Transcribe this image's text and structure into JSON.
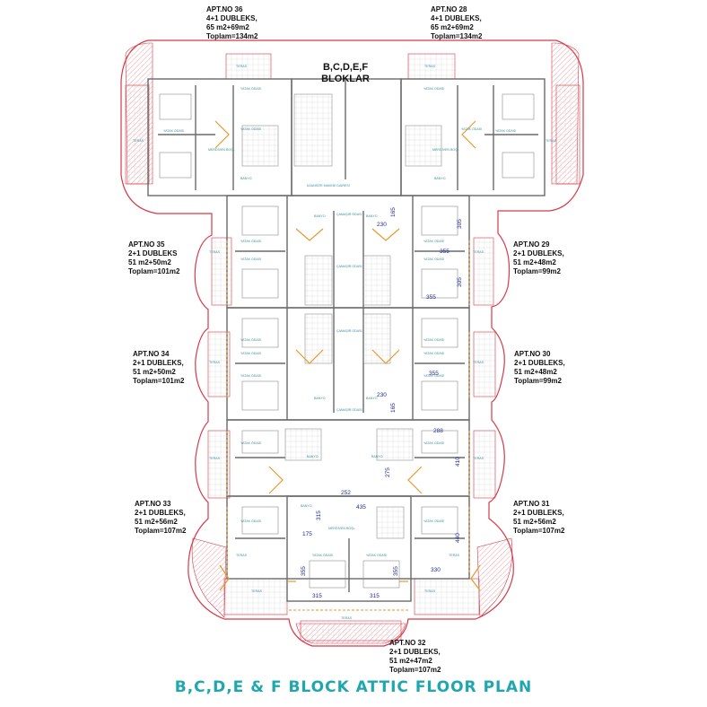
{
  "header": {
    "block_title_line1": "B,C,D,E,F",
    "block_title_line2": "BLOKLAR"
  },
  "apartments": [
    {
      "id": "apt36",
      "title": "APT.NO 36",
      "type": "4+1 DUBLEKS,",
      "area": "65 m2+69m2",
      "total": "Toplam=134m2"
    },
    {
      "id": "apt28",
      "title": "APT.NO 28",
      "type": "4+1 DUBLEKS,",
      "area": "65 m2+69m2",
      "total": "Toplam=134m2"
    },
    {
      "id": "apt35",
      "title": "APT.NO 35",
      "type": "2+1 DUBLEKS",
      "area": "51 m2+50m2",
      "total": "Toplam=101m2"
    },
    {
      "id": "apt29",
      "title": "APT.NO 29",
      "type": "2+1 DUBLEKS,",
      "area": "51 m2+48m2",
      "total": "Toplam=99m2"
    },
    {
      "id": "apt34",
      "title": "APT.NO 34",
      "type": "2+1 DUBLEKS,",
      "area": "51 m2+50m2",
      "total": "Toplam=101m2"
    },
    {
      "id": "apt30",
      "title": "APT.NO 30",
      "type": "2+1 DUBLEKS,",
      "area": "51 m2+48m2",
      "total": "Toplam=99m2"
    },
    {
      "id": "apt33",
      "title": "APT.NO 33",
      "type": "2+1 DUBLEKS,",
      "area": "51 m2+56m2",
      "total": "Toplam=107m2"
    },
    {
      "id": "apt31",
      "title": "APT.NO 31",
      "type": "2+1 DUBLEKS,",
      "area": "51 m2+56m2",
      "total": "Toplam=107m2"
    },
    {
      "id": "apt32",
      "title": "APT.NO 32",
      "type": "2+1 DUBLEKS,",
      "area": "51 m2+47m2",
      "total": "Toplam=107m2"
    }
  ],
  "rooms": {
    "yatak": "YATAK ODASI",
    "banyo": "BANYO",
    "teras": "TERAS",
    "camasir": "ÇAMAŞIR ODASI",
    "merdiven": "MERDİVEN BOŞL.",
    "asansor": "ASANSÖR MAKİNE DAİRESİ"
  },
  "dimensions": [
    "230",
    "165",
    "305",
    "355",
    "355",
    "305",
    "355",
    "230",
    "165",
    "288",
    "410",
    "275",
    "252",
    "435",
    "315",
    "175",
    "355",
    "355",
    "330",
    "315",
    "315",
    "440"
  ],
  "footer": {
    "title": "B,C,D,E & F BLOCK ATTIC FLOOR PLAN"
  },
  "colors": {
    "terrace_outline": "#d63a4a",
    "hatch": "#e88a94",
    "wall": "#6a6a6a",
    "door_swing": "#e49a2a",
    "footer_text": "#1fa7b0",
    "dimension": "#1a2a9a",
    "room_label": "#3a8fa0"
  }
}
